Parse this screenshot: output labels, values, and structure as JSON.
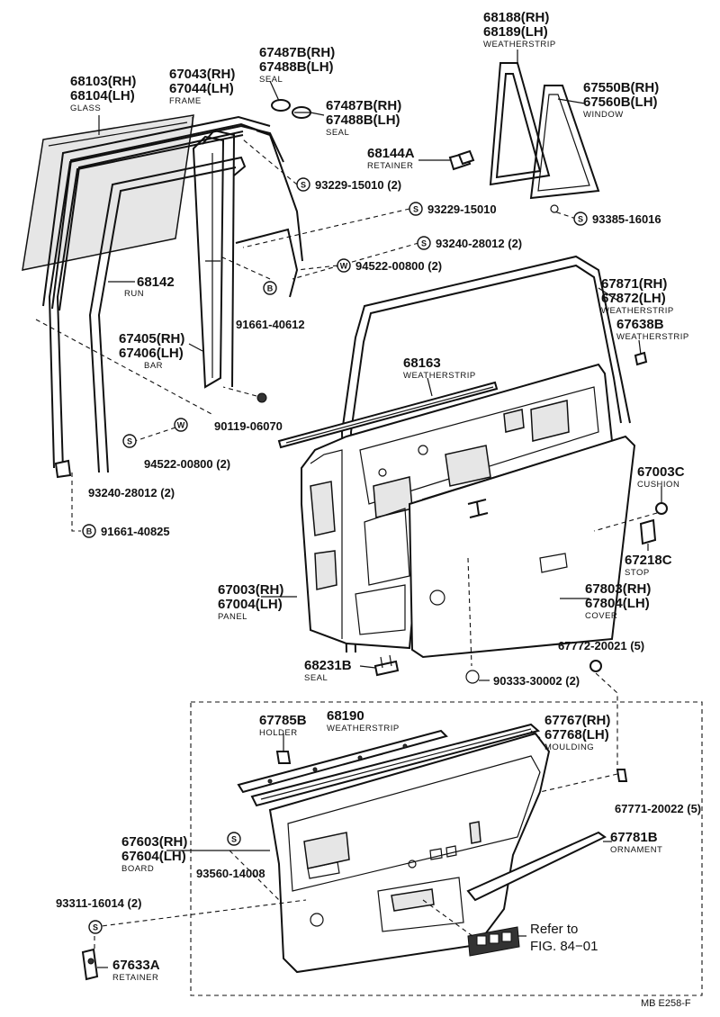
{
  "parts": {
    "glass": {
      "pn": [
        "68103(RH)",
        "68104(LH)"
      ],
      "desc": "GLASS"
    },
    "frame": {
      "pn": [
        "67043(RH)",
        "67044(LH)"
      ],
      "desc": "FRAME"
    },
    "seal_upper": {
      "pn": [
        "67487B(RH)",
        "67488B(LH)"
      ],
      "desc": "SEAL"
    },
    "seal_mid": {
      "pn": [
        "67487B(RH)",
        "67488B(LH)"
      ],
      "desc": "SEAL"
    },
    "weatherstrip_quarter": {
      "pn": [
        "68188(RH)",
        "68189(LH)"
      ],
      "desc": "WEATHERSTRIP"
    },
    "window": {
      "pn": [
        "67550B(RH)",
        "67560B(LH)"
      ],
      "desc": "WINDOW"
    },
    "retainer_top": {
      "pn": [
        "68144A"
      ],
      "desc": "RETAINER"
    },
    "run": {
      "pn": [
        "68142"
      ],
      "desc": "RUN"
    },
    "bar": {
      "pn": [
        "67405(RH)",
        "67406(LH)"
      ],
      "desc": "BAR"
    },
    "weatherstrip_door": {
      "pn": [
        "67871(RH)",
        "67872(LH)"
      ],
      "desc": "WEATHERSTRIP"
    },
    "weatherstrip_638": {
      "pn": [
        "67638B"
      ],
      "desc": "WEATHERSTRIP"
    },
    "weatherstrip_belt": {
      "pn": [
        "68163"
      ],
      "desc": "WEATHERSTRIP"
    },
    "cushion": {
      "pn": [
        "67003C"
      ],
      "desc": "CUSHION"
    },
    "stop": {
      "pn": [
        "67218C"
      ],
      "desc": "STOP"
    },
    "panel": {
      "pn": [
        "67003(RH)",
        "67004(LH)"
      ],
      "desc": "PANEL"
    },
    "cover": {
      "pn": [
        "67803(RH)",
        "67804(LH)"
      ],
      "desc": "COVER"
    },
    "seal_bottom": {
      "pn": [
        "68231B"
      ],
      "desc": "SEAL"
    },
    "holder": {
      "pn": [
        "67785B"
      ],
      "desc": "HOLDER"
    },
    "weatherstrip_inner": {
      "pn": [
        "68190"
      ],
      "desc": "WEATHERSTRIP"
    },
    "moulding": {
      "pn": [
        "67767(RH)",
        "67768(LH)"
      ],
      "desc": "MOULDING"
    },
    "board": {
      "pn": [
        "67603(RH)",
        "67604(LH)"
      ],
      "desc": "BOARD"
    },
    "ornament": {
      "pn": [
        "67781B"
      ],
      "desc": "ORNAMENT"
    },
    "retainer_bottom": {
      "pn": [
        "67633A"
      ],
      "desc": "RETAINER"
    }
  },
  "fasteners": {
    "f1": {
      "symbol": "S",
      "text": "93229-15010 (2)"
    },
    "f2": {
      "symbol": "S",
      "text": "93229-15010"
    },
    "f3": {
      "symbol": "S",
      "text": "93385-16016"
    },
    "f4": {
      "symbol": "S",
      "text": "93240-28012 (2)"
    },
    "f5": {
      "symbol": "W",
      "text": "94522-00800 (2)"
    },
    "f6": {
      "symbol": "B",
      "text": "91661-40612"
    },
    "f7": {
      "symbol": "",
      "text": "90119-06070"
    },
    "f8": {
      "symbol": "W",
      "text": "94522-00800 (2)"
    },
    "f9": {
      "symbol": "S",
      "text": "93240-28012 (2)"
    },
    "f10": {
      "symbol": "B",
      "text": "91661-40825"
    },
    "f11": {
      "symbol": "",
      "text": "90333-30002 (2)"
    },
    "f12": {
      "symbol": "",
      "text": "67772-20021 (5)"
    },
    "f13": {
      "symbol": "",
      "text": "67771-20022 (5)"
    },
    "f14": {
      "symbol": "S",
      "text": "93560-14008"
    },
    "f15": {
      "symbol": "S",
      "text": "93311-16014 (2)"
    }
  },
  "reference": {
    "line1": "Refer to",
    "line2": "FIG. 84−01"
  },
  "drawing_code": "MB E258-F"
}
